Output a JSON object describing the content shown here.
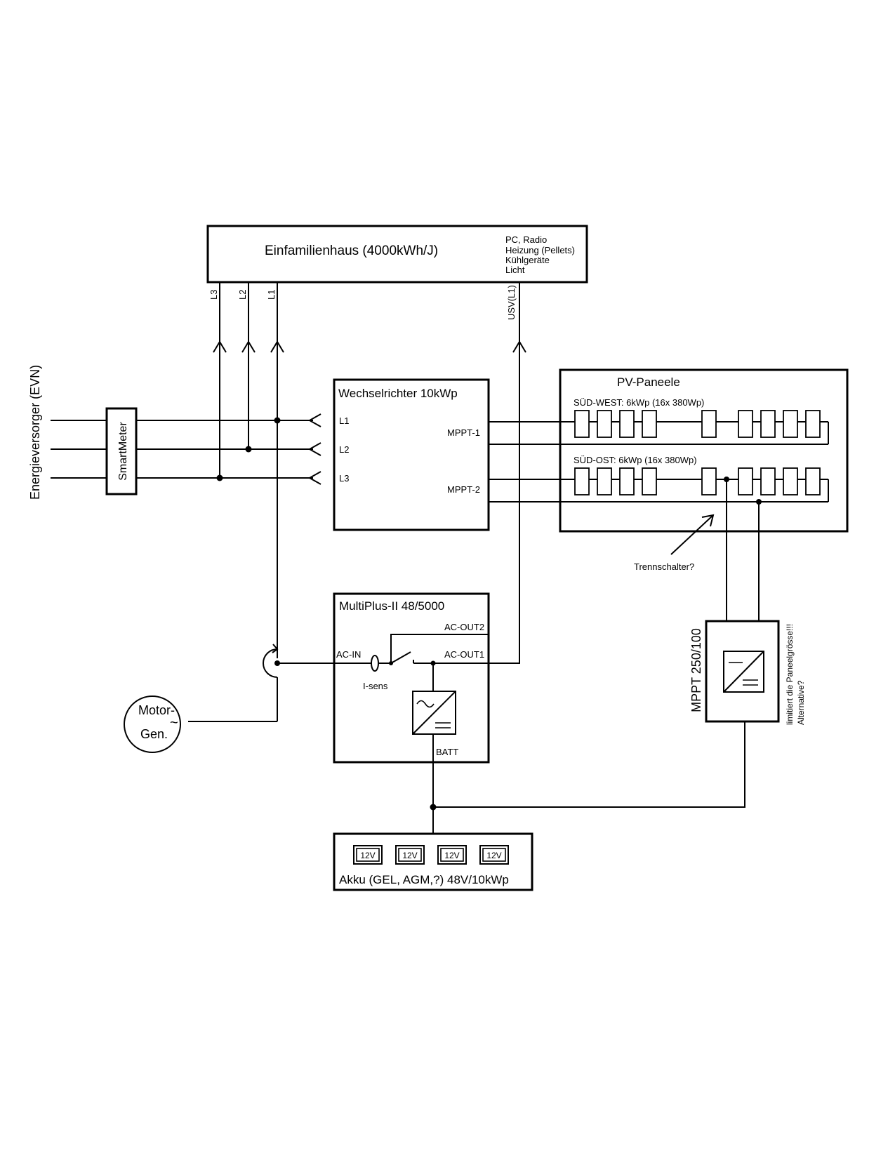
{
  "house": {
    "title": "Einfamilienhaus (4000kWh/J)",
    "loads": [
      "PC, Radio",
      "Heizung (Pellets)",
      "Kühlgeräte",
      "Licht"
    ],
    "phase_labels": [
      "L3",
      "L2",
      "L1"
    ],
    "ups_label": "USV(L1)"
  },
  "grid": {
    "supplier_label": "Energieversorger (EVN)",
    "smartmeter_label": "SmartMeter"
  },
  "inverter": {
    "title": "Wechselrichter  10kWp",
    "inputs": [
      "L1",
      "L2",
      "L3"
    ],
    "mppt1": "MPPT-1",
    "mppt2": "MPPT-2"
  },
  "pv": {
    "title": "PV-Paneele",
    "string_sw": "SÜD-WEST: 6kWp  (16x  380Wp)",
    "string_so": "SÜD-OST: 6kWp  (16x  380Wp)",
    "disconnect_note": "Trennschalter?"
  },
  "multiplus": {
    "title": "MultiPlus-II 48/5000",
    "ac_out2": "AC-OUT2",
    "ac_out1": "AC-OUT1",
    "ac_in": "AC-IN",
    "i_sens": "I-sens",
    "batt": "BATT"
  },
  "generator": {
    "line1": "Motor-",
    "line2": "Gen.",
    "symbol": "~"
  },
  "mppt_charger": {
    "title": "MPPT 250/100",
    "note1": "limitiert die Paneelgrösse!!!",
    "note2": "Alternative?"
  },
  "battery": {
    "cells": [
      "12V",
      "12V",
      "12V",
      "12V"
    ],
    "label": "Akku (GEL, AGM,?) 48V/10kWp"
  }
}
